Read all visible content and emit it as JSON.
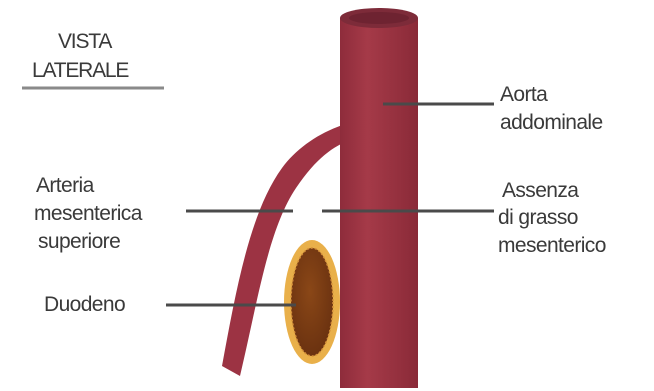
{
  "title": {
    "line1": "VISTA",
    "line2": "LATERALE"
  },
  "labels": {
    "aorta": {
      "line1": "Aorta",
      "line2": "addominale"
    },
    "sma": {
      "line1": "Arteria",
      "line2": "mesenterica",
      "line3": "superiore"
    },
    "fat": {
      "line1": "Assenza",
      "line2": "di grasso",
      "line3": "mesenterico"
    },
    "duodeno": {
      "line1": "Duodeno"
    }
  },
  "colors": {
    "artery": "#9e3442",
    "artery_dark": "#7a2432",
    "artery_top": "#7d2b39",
    "duodenum_outer": "#e9b04a",
    "duodenum_inner": "#7a3d14",
    "leader": "#4a4a4a",
    "text": "#3a3a3a"
  }
}
